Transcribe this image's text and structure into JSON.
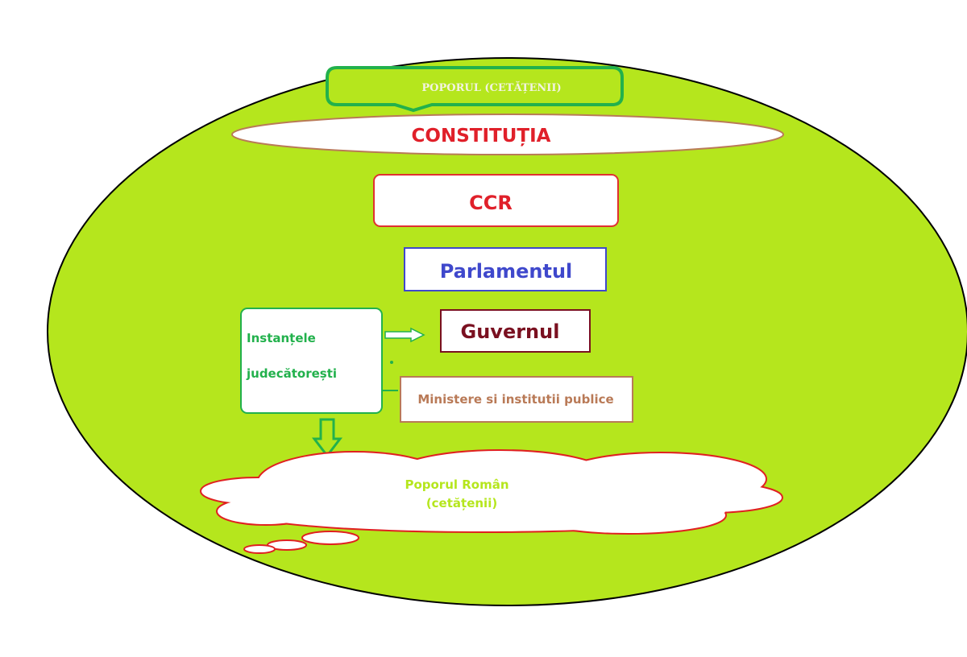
{
  "title": "POPORUL (CETĂȚENII)",
  "constitution": "CONSTITUȚIA",
  "ccr": "CCR",
  "parliament": "Parlamentul",
  "courts": {
    "line1": "Instanțele",
    "line2": "judecătorești"
  },
  "government": "Guvernul",
  "ministries": "Ministere si institutii publice",
  "people": {
    "line1": "Poporul Român",
    "line2": "(cetățenii)"
  },
  "colors": {
    "background": "#b5e61d",
    "title_border": "#22b14c",
    "constitution_text": "#e0202a",
    "ccr_border": "#e03030",
    "parliament_border": "#3f48cc",
    "parliament_text": "#3f48cc",
    "courts_text": "#22b14c",
    "government_text": "#7a1020",
    "ministries_text": "#b97a57",
    "people_text": "#b5e61d",
    "cloud_border": "#e02020"
  }
}
